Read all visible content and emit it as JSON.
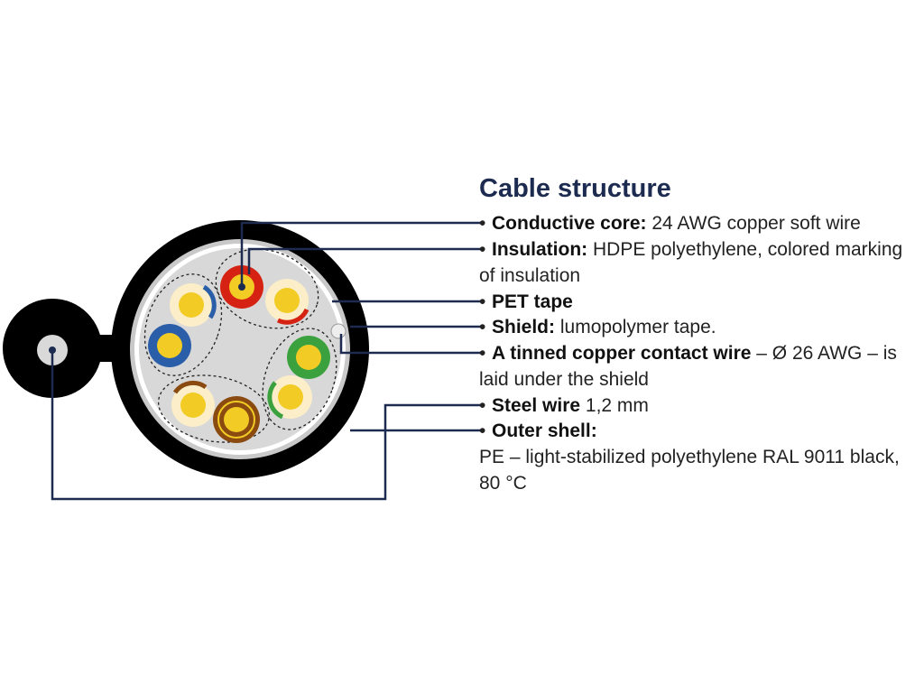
{
  "title": "Cable structure",
  "items": [
    {
      "label": "Conductive core:",
      "text": " 24 AWG copper soft wire"
    },
    {
      "label": "Insulation:",
      "text": " HDPE polyethylene, colored marking of insulation"
    },
    {
      "label": "PET tape",
      "text": ""
    },
    {
      "label": "Shield:",
      "text": " lumopolymer tape."
    },
    {
      "label": "A tinned copper contact wire",
      "text": " – Ø 26 AWG – is laid under the shield"
    },
    {
      "label": "Steel wire",
      "text": " 1,2 mm"
    },
    {
      "label": "Outer shell:",
      "text": ""
    }
  ],
  "outer_shell_desc": "PE – light-stabilized polyethylene RAL 9011 black, 80 °C",
  "colors": {
    "jacket": "#000000",
    "leader_line": "#1c2b4f",
    "copper": "#f2cc24",
    "insulation_cream": "#fbeec8",
    "red": "#d62212",
    "blue": "#2a5ea8",
    "green": "#3ba13f",
    "brown": "#8a4a10",
    "steel_wire": "#d9d9d9"
  }
}
